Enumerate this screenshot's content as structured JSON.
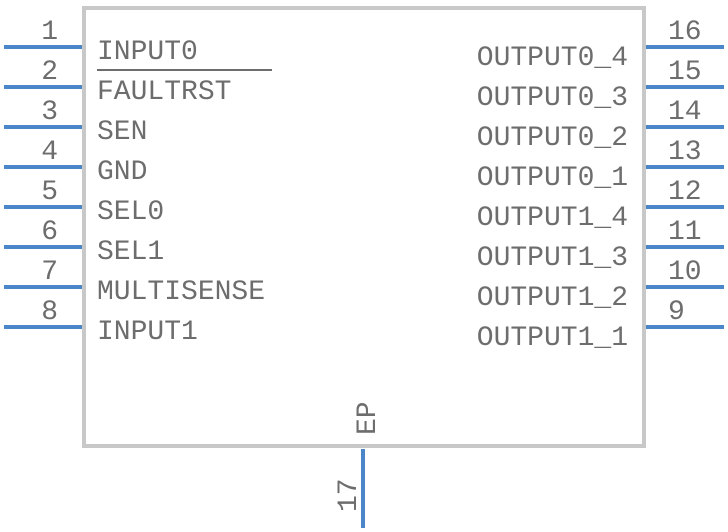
{
  "component": {
    "body_color": "#c8c8c8",
    "pin_color": "#4a86c8",
    "text_color": "#6d6d6d",
    "left_pins": [
      {
        "number": "1",
        "name": "INPUT0"
      },
      {
        "number": "2",
        "name": "FAULTRST",
        "overbar": true
      },
      {
        "number": "3",
        "name": "SEN"
      },
      {
        "number": "4",
        "name": "GND"
      },
      {
        "number": "5",
        "name": "SEL0"
      },
      {
        "number": "6",
        "name": "SEL1"
      },
      {
        "number": "7",
        "name": "MULTISENSE"
      },
      {
        "number": "8",
        "name": "INPUT1"
      }
    ],
    "right_pins": [
      {
        "number": "16",
        "name": "OUTPUT0_4"
      },
      {
        "number": "15",
        "name": "OUTPUT0_3"
      },
      {
        "number": "14",
        "name": "OUTPUT0_2"
      },
      {
        "number": "13",
        "name": "OUTPUT0_1"
      },
      {
        "number": "12",
        "name": "OUTPUT1_4"
      },
      {
        "number": "11",
        "name": "OUTPUT1_3"
      },
      {
        "number": "10",
        "name": "OUTPUT1_2"
      },
      {
        "number": "9",
        "name": "OUTPUT1_1"
      }
    ],
    "bottom_pin": {
      "number": "17",
      "name": "EP"
    }
  }
}
